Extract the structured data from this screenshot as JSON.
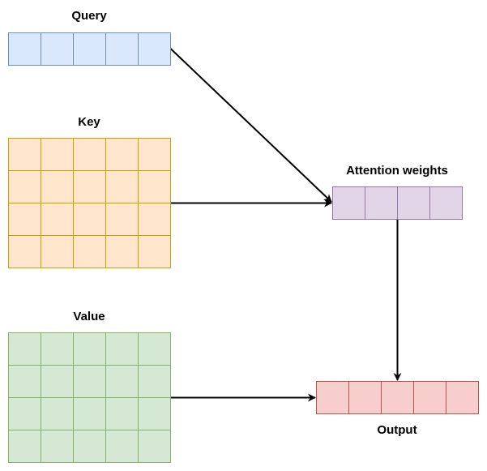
{
  "blocks": [
    {
      "id": "query",
      "label": "Query",
      "rows": 1,
      "cols": 5,
      "fill": "#dae8fc",
      "stroke": "#6c8ebf"
    },
    {
      "id": "key",
      "label": "Key",
      "rows": 4,
      "cols": 5,
      "fill": "#ffe6cc",
      "stroke": "#d79b00"
    },
    {
      "id": "value",
      "label": "Value",
      "rows": 4,
      "cols": 5,
      "fill": "#d5e8d4",
      "stroke": "#82b366"
    },
    {
      "id": "attention",
      "label": "Attention weights",
      "rows": 1,
      "cols": 4,
      "fill": "#e1d5e7",
      "stroke": "#9673a6"
    },
    {
      "id": "output",
      "label": "Output",
      "rows": 1,
      "cols": 5,
      "fill": "#f8cecc",
      "stroke": "#b85450"
    }
  ],
  "arrows": [
    {
      "from": "query",
      "to": "attention"
    },
    {
      "from": "key",
      "to": "attention"
    },
    {
      "from": "value",
      "to": "output"
    },
    {
      "from": "attention",
      "to": "output"
    }
  ],
  "arrow_color": "#000000"
}
